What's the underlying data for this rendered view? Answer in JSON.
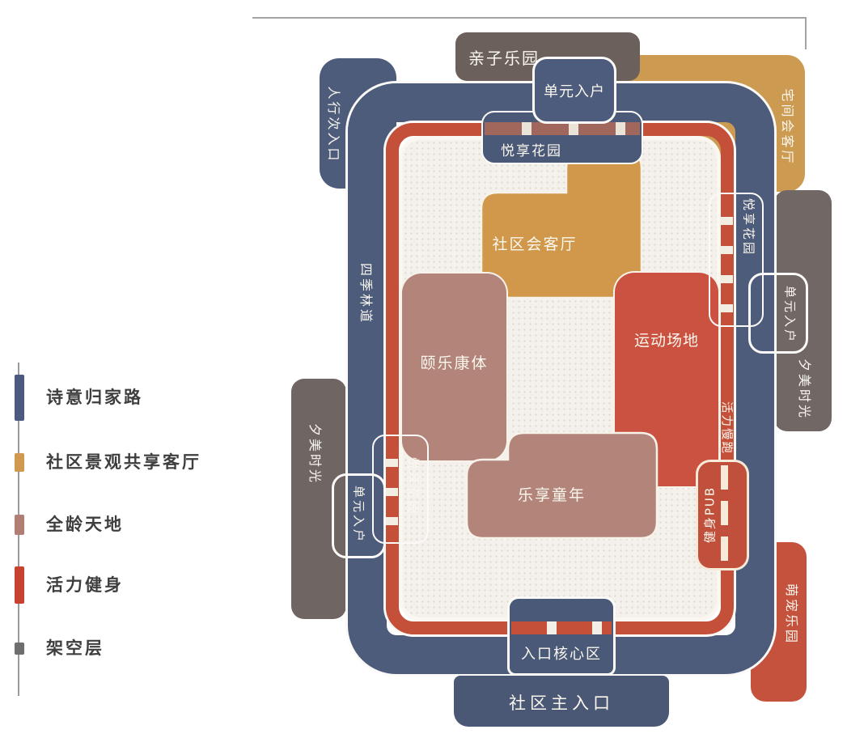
{
  "legend": {
    "items": [
      {
        "label": "诗意归家路",
        "color": "#4d5a7f"
      },
      {
        "label": "社区景观共享客厅",
        "color": "#d0994f"
      },
      {
        "label": "全龄天地",
        "color": "#b17e76"
      },
      {
        "label": "活力健身",
        "color": "#c8432f"
      },
      {
        "label": "架空层",
        "color": "#6e6e6e"
      }
    ]
  },
  "diagram": {
    "parent_child_park": "亲子乐园",
    "unit_entry": "单元入户",
    "pedestrian_entry": "人行次入口",
    "courtyard_garden": "悦享花园",
    "home_lounge": "宅间会客厅",
    "community_lounge": "社区会客厅",
    "wellness_zone": "颐乐康体",
    "sports_field": "运动场地",
    "four_season_path": "四季林道",
    "sunset_time": "夕美时光",
    "childhood_joy": "乐享童年",
    "fitness_pub": "健身PUB",
    "vitality_jogging": "活力慢跑",
    "pet_park": "萌宠乐园",
    "entry_core": "入口核心区",
    "main_entrance": "社区主入口"
  },
  "colors": {
    "ring_road_blue": "#4e5c7c",
    "jogging_ring_red": "#c5503a",
    "lounge_orange": "#d1984c",
    "all_age_mauve": "#b2847a",
    "fitness_red": "#cb5140",
    "stilt_gray": "#6c605c",
    "courtyard_bg": "#f4f1ec",
    "outline_cream": "#fbfaf8",
    "main_entry_navy": "#4b5875"
  }
}
